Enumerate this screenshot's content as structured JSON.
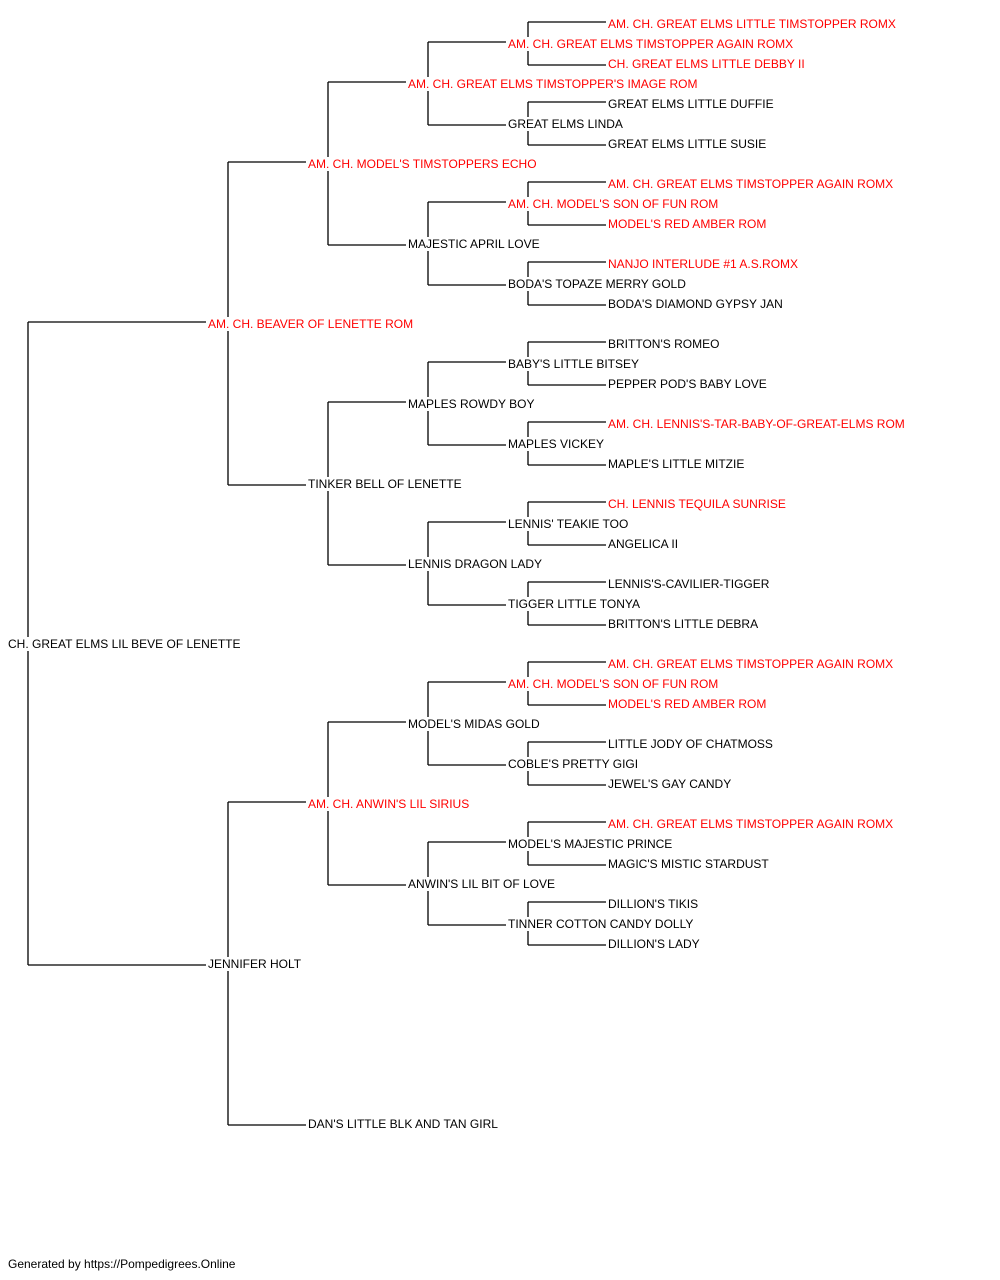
{
  "colors": {
    "titled": "#ff0000",
    "plain": "#000000",
    "line": "#000000"
  },
  "pedigree": {
    "subject": {
      "name": "CH. GREAT ELMS LIL BEVE OF LENETTE",
      "titled": false
    },
    "sire": {
      "name": "AM. CH. BEAVER OF LENETTE ROM",
      "titled": true
    },
    "dam": {
      "name": "JENNIFER HOLT",
      "titled": false
    },
    "grandparents": {
      "ss": {
        "name": "AM. CH. MODEL'S TIMSTOPPERS ECHO",
        "titled": true
      },
      "sd": {
        "name": "TINKER BELL OF LENETTE",
        "titled": false
      },
      "ds": {
        "name": "AM. CH. ANWIN'S LIL SIRIUS",
        "titled": true
      },
      "dd": {
        "name": "DAN'S LITTLE BLK AND TAN GIRL",
        "titled": false
      }
    },
    "great_grandparents": {
      "sss": {
        "name": "AM. CH. GREAT ELMS TIMSTOPPER'S IMAGE ROM",
        "titled": true
      },
      "ssd": {
        "name": "MAJESTIC APRIL LOVE",
        "titled": false
      },
      "sds": {
        "name": "MAPLES ROWDY BOY",
        "titled": false
      },
      "sdd": {
        "name": "LENNIS DRAGON LADY",
        "titled": false
      },
      "dss": {
        "name": "MODEL'S MIDAS GOLD",
        "titled": false
      },
      "dsd": {
        "name": "ANWIN'S LIL BIT OF LOVE",
        "titled": false
      }
    },
    "generation_4": {
      "ssss": {
        "name": "AM. CH. GREAT ELMS TIMSTOPPER AGAIN ROMX",
        "titled": true
      },
      "sssd": {
        "name": "GREAT ELMS LINDA",
        "titled": false
      },
      "ssds": {
        "name": "AM. CH. MODEL'S SON OF FUN ROM",
        "titled": true
      },
      "ssdd": {
        "name": "BODA'S TOPAZE MERRY GOLD",
        "titled": false
      },
      "sdss": {
        "name": "BABY'S LITTLE BITSEY",
        "titled": false
      },
      "sdsd": {
        "name": "MAPLES VICKEY",
        "titled": false
      },
      "sdds": {
        "name": "LENNIS' TEAKIE TOO",
        "titled": false
      },
      "sddd": {
        "name": "TIGGER LITTLE TONYA",
        "titled": false
      },
      "dsss": {
        "name": "AM. CH. MODEL'S SON OF FUN ROM",
        "titled": true
      },
      "dssd": {
        "name": "COBLE'S PRETTY GIGI",
        "titled": false
      },
      "dsds": {
        "name": "MODEL'S MAJESTIC PRINCE",
        "titled": false
      },
      "dsdd": {
        "name": "TINNER COTTON CANDY DOLLY",
        "titled": false
      }
    },
    "generation_5": {
      "sssss": {
        "name": "AM. CH. GREAT ELMS LITTLE TIMSTOPPER ROMX",
        "titled": true
      },
      "ssssd": {
        "name": "CH. GREAT ELMS LITTLE DEBBY II",
        "titled": true
      },
      "sssds": {
        "name": "GREAT ELMS LITTLE DUFFIE",
        "titled": false
      },
      "sssdd": {
        "name": "GREAT ELMS LITTLE SUSIE",
        "titled": false
      },
      "ssdss": {
        "name": "AM. CH. GREAT ELMS TIMSTOPPER AGAIN ROMX",
        "titled": true
      },
      "ssdsd": {
        "name": "MODEL'S RED AMBER ROM",
        "titled": true
      },
      "ssdds": {
        "name": "NANJO INTERLUDE #1 A.S.ROMX",
        "titled": true
      },
      "ssddd": {
        "name": "BODA'S DIAMOND GYPSY JAN",
        "titled": false
      },
      "sdsss": {
        "name": "BRITTON'S ROMEO",
        "titled": false
      },
      "sdssd": {
        "name": "PEPPER POD'S BABY LOVE",
        "titled": false
      },
      "sdsds": {
        "name": "AM. CH. LENNIS'S-TAR-BABY-OF-GREAT-ELMS ROM",
        "titled": true
      },
      "sdsdd": {
        "name": "MAPLE'S LITTLE MITZIE",
        "titled": false
      },
      "sddss": {
        "name": "CH. LENNIS TEQUILA SUNRISE",
        "titled": true
      },
      "sddsd": {
        "name": "ANGELICA II",
        "titled": false
      },
      "sddds": {
        "name": "LENNIS'S-CAVILIER-TIGGER",
        "titled": false
      },
      "sdddd": {
        "name": "BRITTON'S LITTLE DEBRA",
        "titled": false
      },
      "dssss": {
        "name": "AM. CH. GREAT ELMS TIMSTOPPER AGAIN ROMX",
        "titled": true
      },
      "dsssd": {
        "name": "MODEL'S RED AMBER ROM",
        "titled": true
      },
      "dssds": {
        "name": "LITTLE JODY OF CHATMOSS",
        "titled": false
      },
      "dssdd": {
        "name": "JEWEL'S GAY CANDY",
        "titled": false
      },
      "dsdss": {
        "name": "AM. CH. GREAT ELMS TIMSTOPPER AGAIN ROMX",
        "titled": true
      },
      "dsdsd": {
        "name": "MAGIC'S MISTIC STARDUST",
        "titled": false
      },
      "dsdds": {
        "name": "DILLION'S TIKIS",
        "titled": false
      },
      "dsddd": {
        "name": "DILLION'S LADY",
        "titled": false
      }
    }
  },
  "footer": "Generated by https://Pompedigrees.Online"
}
